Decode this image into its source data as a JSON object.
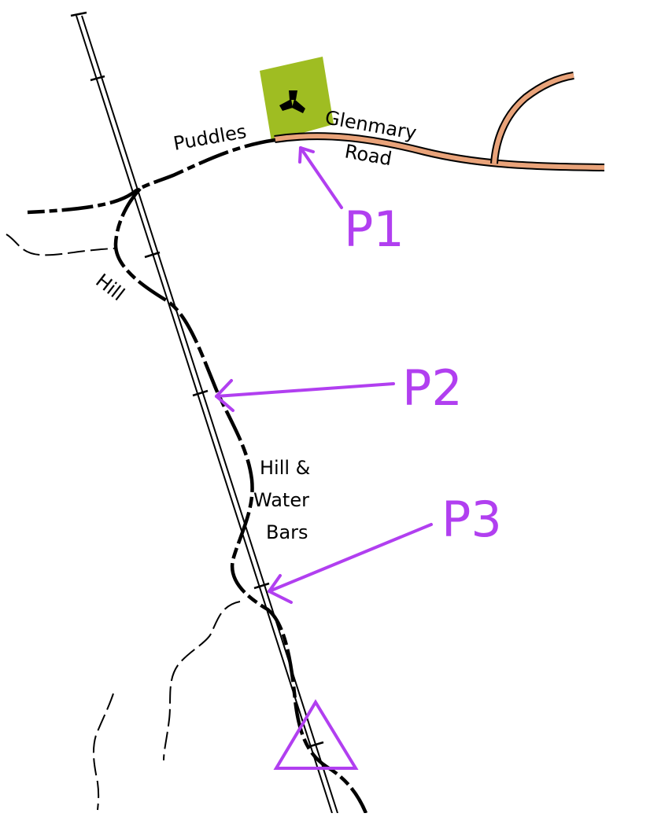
{
  "map": {
    "labels": {
      "puddles": "Puddles",
      "glenmary": "Glenmary",
      "road": "Road",
      "hill": "Hill",
      "hill_water_1": "Hill &",
      "hill_water_2": "Water",
      "hill_water_3": "Bars"
    },
    "points": {
      "p1": "P1",
      "p2": "P2",
      "p3": "P3"
    },
    "colors": {
      "annotation": "#b13ff0",
      "road_fill": "#e9a37a",
      "park_fill": "#9fbd22",
      "trail": "#000000"
    },
    "icons": {
      "park_symbol": "tri-blade-icon",
      "finish_marker": "triangle-icon"
    }
  }
}
